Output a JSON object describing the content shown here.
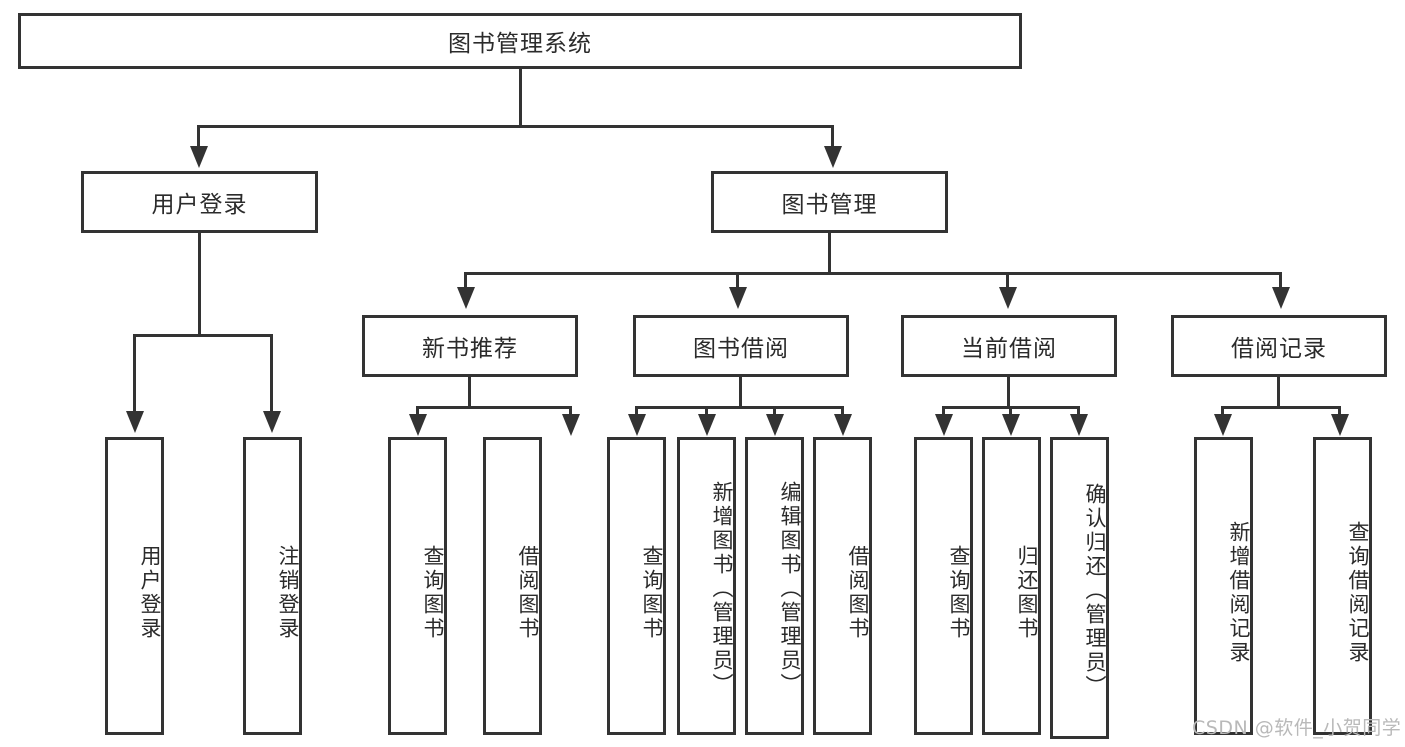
{
  "diagram": {
    "type": "tree-hierarchy-chart",
    "title": "图书管理系统",
    "colors": {
      "stroke": "#333333",
      "box_fill": "#ffffff",
      "text": "#2b2b2b",
      "watermark": "#b9b9b9",
      "background": "#ffffff"
    },
    "root": {
      "label": "图书管理系统"
    },
    "level2": [
      {
        "label": "用户登录"
      },
      {
        "label": "图书管理"
      }
    ],
    "level3": [
      {
        "label": "新书推荐"
      },
      {
        "label": "图书借阅"
      },
      {
        "label": "当前借阅"
      },
      {
        "label": "借阅记录"
      }
    ],
    "leaves": {
      "用户登录": [
        "用户登录",
        "注销登录"
      ],
      "新书推荐": [
        "查询图书",
        "借阅图书"
      ],
      "图书借阅": [
        "查询图书",
        "新增图书（管理员）",
        "编辑图书（管理员）",
        "借阅图书"
      ],
      "当前借阅": [
        "查询图书",
        "归还图书",
        "确认归还（管理员）"
      ],
      "借阅记录": [
        "新增借阅记录",
        "查询借阅记录"
      ]
    },
    "watermark": "CSDN @软件_小贺同学"
  }
}
